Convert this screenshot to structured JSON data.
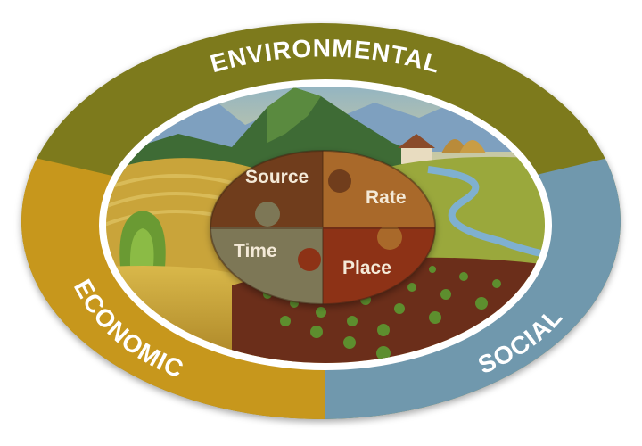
{
  "ring": {
    "top_label": "ENVIRONMENTAL",
    "left_label": "ECONOMIC",
    "right_label": "SOCIAL",
    "colors": {
      "environmental": "#7d7a1c",
      "economic": "#c7971c",
      "social": "#6f98ad"
    }
  },
  "puzzle": {
    "pieces": [
      {
        "label": "Source",
        "color": "#6f3e1a"
      },
      {
        "label": "Rate",
        "color": "#a9692a"
      },
      {
        "label": "Time",
        "color": "#7d7756"
      },
      {
        "label": "Place",
        "color": "#8d3218"
      }
    ]
  },
  "scene": {
    "sky": "#f7d98a",
    "mountain": "#3e6b35",
    "fields": "#c9a43a",
    "soil": "#6b2e1a",
    "crop": "#5d8e2e"
  }
}
